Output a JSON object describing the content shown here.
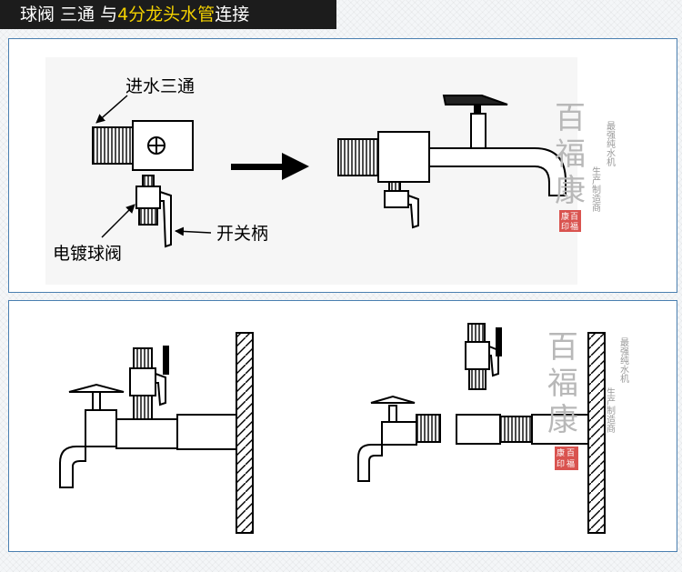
{
  "header": {
    "title_part1": "球阀 三通 与",
    "title_highlight": "4分龙头水管",
    "title_part2": "连接"
  },
  "labels": {
    "tee": "进水三通",
    "valve": "电镀球阀",
    "handle": "开关柄"
  },
  "watermark": {
    "seal_chars": [
      "百",
      "福",
      "康"
    ],
    "slogan_col1": "最强纯水机",
    "slogan_col2": "生产制造商",
    "stamp_chars": [
      "百",
      "福",
      "康",
      "印"
    ]
  },
  "colors": {
    "header_bg": "#1c1c1c",
    "header_highlight": "#f3d100",
    "panel_border": "#4a7fb0",
    "stamp": "#d9534f"
  }
}
